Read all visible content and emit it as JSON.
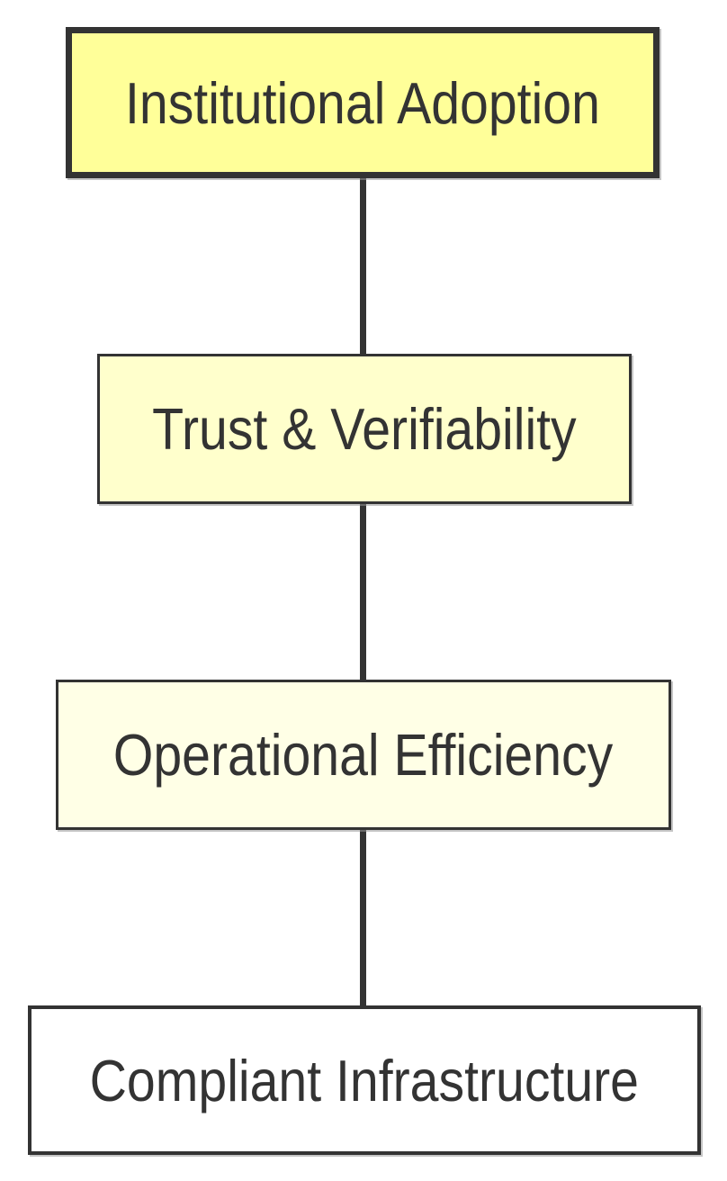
{
  "diagram": {
    "type": "flowchart",
    "orientation": "vertical-top-down",
    "nodes": [
      {
        "id": "institutional-adoption",
        "label": "Institutional Adoption",
        "fill": "#FFFF99",
        "border_width": "7px",
        "emphasis": "strong"
      },
      {
        "id": "trust-verifiability",
        "label": "Trust & Verifiability",
        "fill": "#FFFFCC",
        "border_width": "3px",
        "emphasis": "normal"
      },
      {
        "id": "operational-efficiency",
        "label": "Operational Efficiency",
        "fill": "#FFFFE6",
        "border_width": "3px",
        "emphasis": "normal"
      },
      {
        "id": "compliant-infrastructure",
        "label": "Compliant Infrastructure",
        "fill": "#FFFFFF",
        "border_width": "4px",
        "emphasis": "normal"
      }
    ],
    "edges": [
      {
        "from": "institutional-adoption",
        "to": "trust-verifiability",
        "style": "plain-line"
      },
      {
        "from": "trust-verifiability",
        "to": "operational-efficiency",
        "style": "plain-line"
      },
      {
        "from": "operational-efficiency",
        "to": "compliant-infrastructure",
        "style": "plain-line"
      }
    ],
    "colors": {
      "border": "#333333",
      "text": "#333333",
      "connector": "#333333",
      "background": "#FFFFFF"
    }
  }
}
